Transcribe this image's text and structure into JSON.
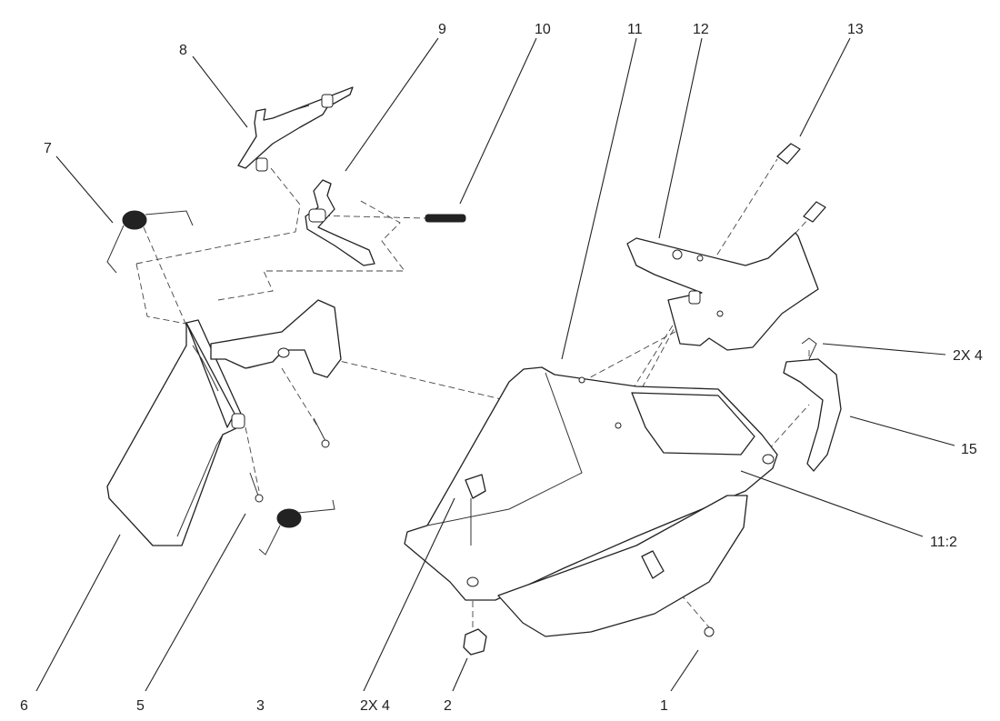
{
  "diagram": {
    "callouts": [
      {
        "id": "c8",
        "text": "8"
      },
      {
        "id": "c9",
        "text": "9"
      },
      {
        "id": "c10",
        "text": "10"
      },
      {
        "id": "c11",
        "text": "11"
      },
      {
        "id": "c12",
        "text": "12"
      },
      {
        "id": "c13",
        "text": "13"
      },
      {
        "id": "c7",
        "text": "7"
      },
      {
        "id": "c2x4a",
        "text": "2X 4"
      },
      {
        "id": "c15",
        "text": "15"
      },
      {
        "id": "c11_2",
        "text": "11:2"
      },
      {
        "id": "c6",
        "text": "6"
      },
      {
        "id": "c5",
        "text": "5"
      },
      {
        "id": "c3",
        "text": "3"
      },
      {
        "id": "c2x4b",
        "text": "2X 4"
      },
      {
        "id": "c2",
        "text": "2"
      },
      {
        "id": "c1",
        "text": "1"
      }
    ]
  }
}
